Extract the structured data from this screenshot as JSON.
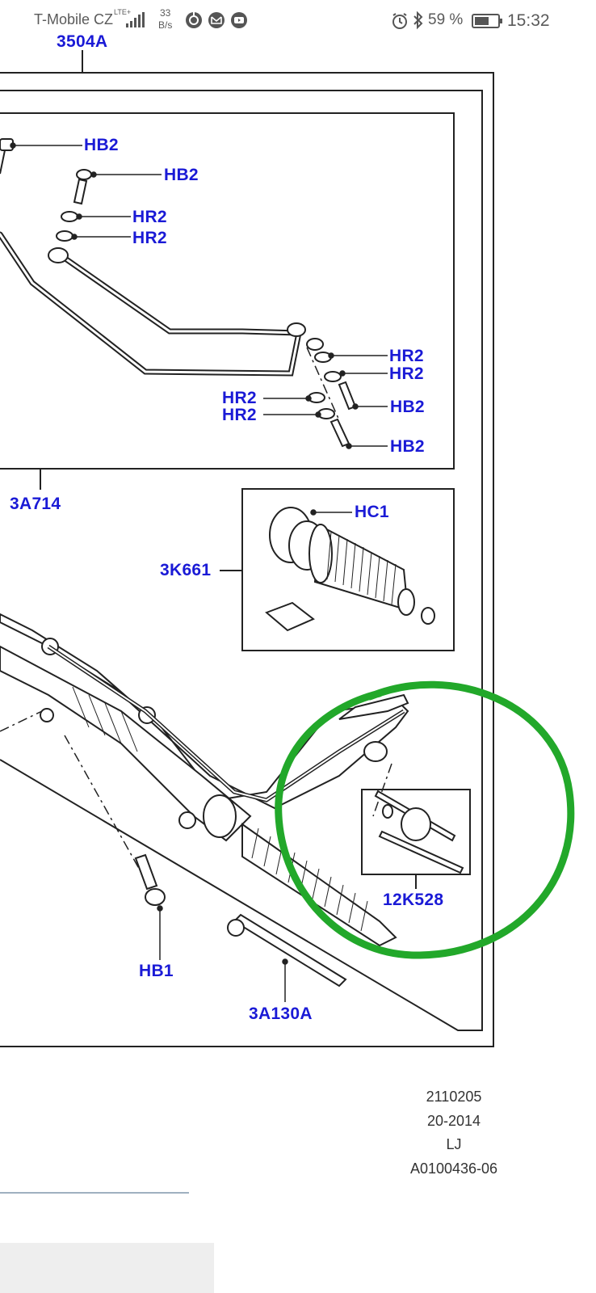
{
  "status_bar": {
    "carrier": "T-Mobile CZ",
    "network": "LTE+",
    "data_speed_value": "33",
    "data_speed_unit": "B/s",
    "battery_percent": "59 %",
    "time": "15:32",
    "icons": [
      "signal-icon",
      "data-saver-icon",
      "mail-icon",
      "youtube-icon",
      "alarm-icon",
      "bluetooth-icon",
      "battery-icon"
    ]
  },
  "diagram": {
    "callouts": {
      "top_ref": "3504A",
      "hb2_a": "HB2",
      "hb2_b": "HB2",
      "hr2_a": "HR2",
      "hr2_b": "HR2",
      "hr2_c": "HR2",
      "hr2_d": "HR2",
      "hb2_c": "HB2",
      "hr2_e": "HR2",
      "hr2_f": "HR2",
      "hb2_d": "HB2",
      "ref_3a714": "3A714",
      "hc1": "HC1",
      "ref_3k661": "3K661",
      "ref_12k528": "12K528",
      "hb1": "HB1",
      "ref_3a130a": "3A130A"
    },
    "highlight_color": "#22a82a",
    "callout_color": "#1a1ad6"
  },
  "footer_meta": {
    "line1": "2110205",
    "line2": "20-2014",
    "line3": "LJ",
    "line4": "A0100436-06"
  }
}
